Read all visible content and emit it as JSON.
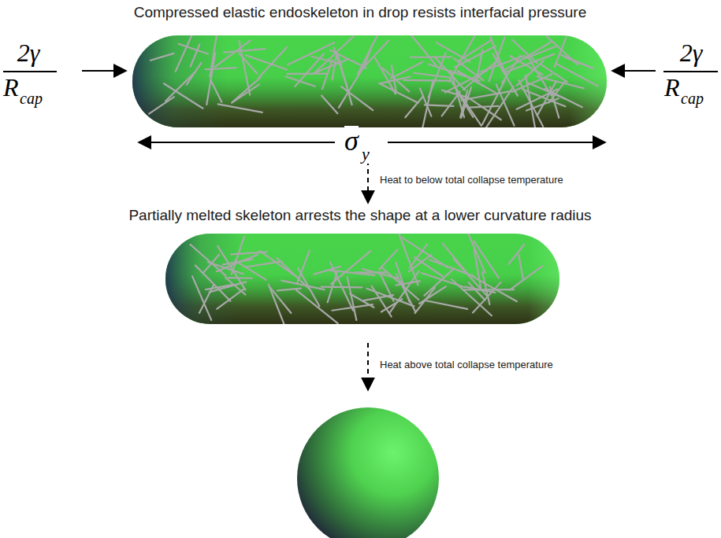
{
  "diagram": {
    "labels": [
      "Compressed elastic endoskeleton in drop resists interfacial pressure",
      "2γ",
      "R",
      "cap",
      "2γ",
      "R",
      "cap",
      "σ",
      "y",
      "Heat to below total collapse temperature",
      "Partially melted skeleton arrests the shape at a lower curvature radius",
      "Heat above total collapse temperature"
    ]
  }
}
